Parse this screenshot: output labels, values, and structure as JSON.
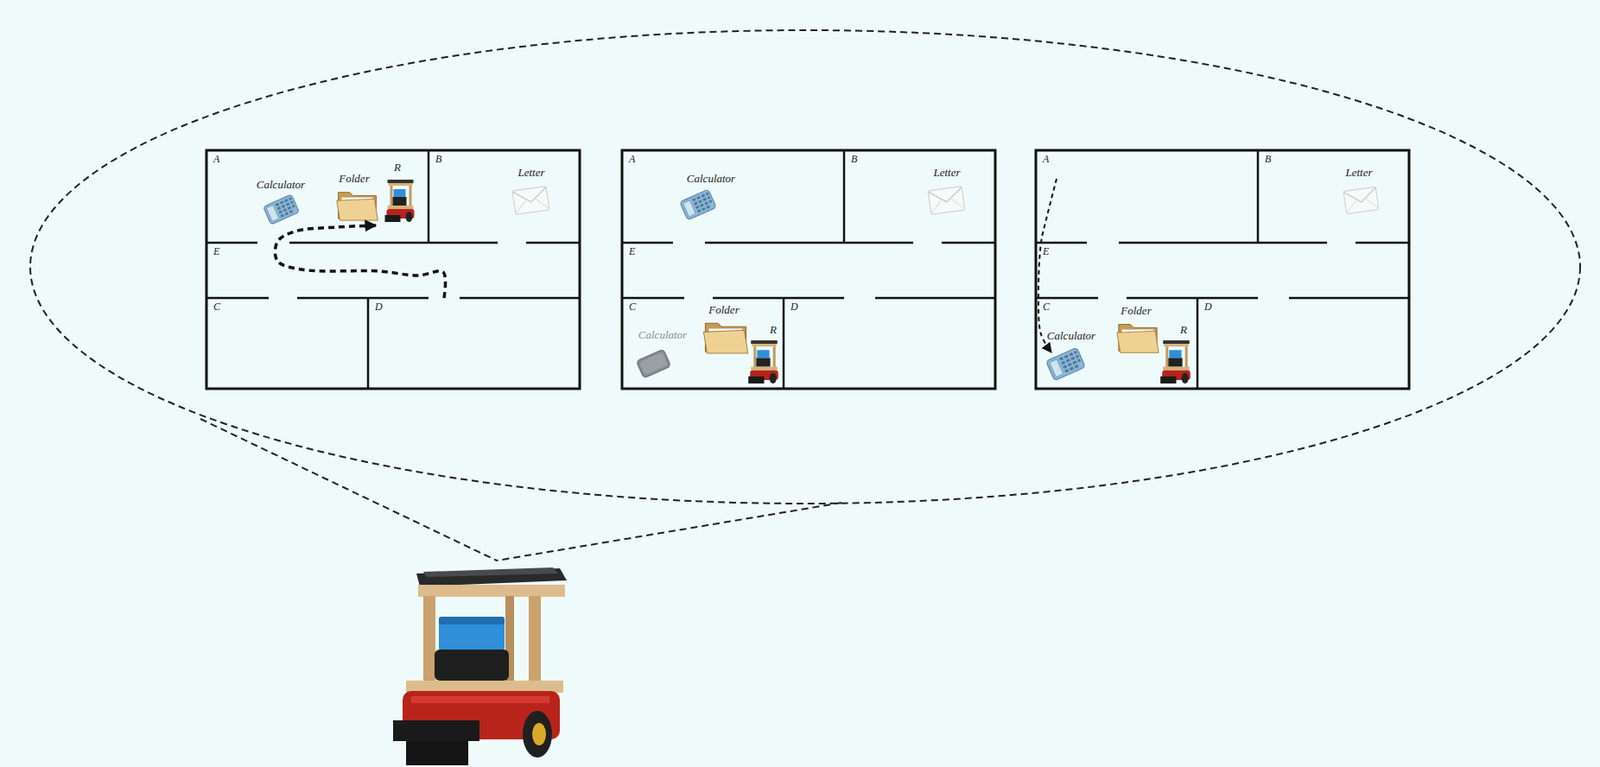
{
  "diagram": {
    "nodes": [
      {
        "text": [
          "A"
        ]
      },
      {
        "text": [
          "B"
        ]
      },
      {
        "text": [
          "E"
        ]
      },
      {
        "text": [
          "C"
        ]
      },
      {
        "text": [
          "D"
        ]
      },
      {
        "text": [
          "A"
        ]
      },
      {
        "text": [
          "B"
        ]
      },
      {
        "text": [
          "E"
        ]
      },
      {
        "text": [
          "C"
        ]
      },
      {
        "text": [
          "D"
        ]
      },
      {
        "text": [
          "A"
        ]
      },
      {
        "text": [
          "B"
        ]
      },
      {
        "text": [
          "E"
        ]
      },
      {
        "text": [
          "C"
        ]
      },
      {
        "text": [
          "D"
        ]
      }
    ],
    "edges": [
      {
        "from": 4,
        "to": 0,
        "arrow": "to"
      },
      {
        "from": 10,
        "to": 13,
        "arrow": "to"
      }
    ],
    "labels": [
      "Calculator",
      "Folder",
      "R",
      "Letter",
      "Calculator",
      "Letter",
      "Calculator",
      "Folder",
      "R",
      "Letter",
      "Calculator",
      "Folder",
      "R"
    ]
  }
}
